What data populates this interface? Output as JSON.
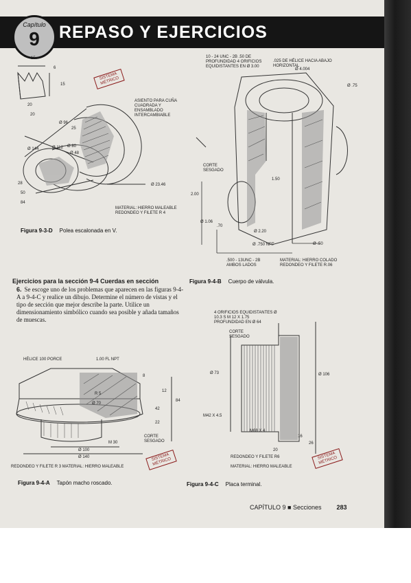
{
  "header": {
    "chapter_caption": "Capítulo",
    "chapter_number": "9",
    "title": "REPASO Y EJERCICIOS"
  },
  "figure_9_3_D": {
    "number": "Figura 9-3-D",
    "caption": "Polea escalonada en V.",
    "labels": {
      "d15": "15",
      "d6": "6",
      "d15b": "15",
      "d20": "20",
      "d20b": "20",
      "d96": "Ø 96",
      "d25": "25",
      "d144": "Ø 144",
      "d112": "Ø 112",
      "d80": "Ø 80",
      "d48": "Ø 48",
      "d28": "28",
      "d50": "50",
      "d84": "84",
      "d2346": "Ø 23.46",
      "seat": "ASIENTO PARA CUÑA CUADRADA Y ENSAMBLADO INTERCAMBIABLE",
      "material": "MATERIAL: HIERRO MALEABLE REDONDEO Y FILETE R 4"
    },
    "stamp": "SISTEMA MÉTRICO"
  },
  "figure_9_4_B": {
    "number": "Figura 9-4-B",
    "caption": "Cuerpo de válvula.",
    "labels": {
      "holes": "10 - 24 UNC - 2B .50 DE PROFUNDIDAD 4 ORIFICIOS EQUIDISTANTES EN Ø 3.00",
      "helix": ".025 DE HÉLICE HACIA ABAJO HORIZONTAL",
      "d4004": "Ø 4.004",
      "d75": "Ø .75",
      "cut": "CORTE SESGADO",
      "d200": "2.00",
      "d150": "1.50",
      "d106": "Ø 1.06",
      "d70": ".70",
      "d220": "Ø 2.20",
      "d750": "Ø .750 NPT",
      "d50": "Ø .50",
      "threads": ".500 - 13UNC - 2B AMBOS LADOS",
      "material": "MATERIAL: HIERRO COLADO REDONDEO Y FILETE R.06"
    }
  },
  "exercise_section": {
    "heading": "Ejercicios para la sección 9-4 Cuerdas en sección",
    "number": "6.",
    "text": "Se escoge uno de los problemas que aparecen en las figuras 9-4-A a 9-4-C y realice un dibujo. Determine el número de vistas y el tipo de sección que mejor describe la parte. Utilice un dimensionamiento simbólico cuando sea posible y añada tamaños de muescas."
  },
  "figure_9_4_A": {
    "number": "Figura 9-4-A",
    "caption": "Tapón macho roscado.",
    "labels": {
      "helix": "HÉLICE 100 PORCE",
      "npt": "1.00 FL NPT",
      "r5": "R 5",
      "d8": "8",
      "d70": "Ø 70",
      "d12": "12",
      "d84": "84",
      "d42": "42",
      "d22": "22",
      "m30": "M 30",
      "cut": "CORTE SESGADO",
      "d100": "Ø 100",
      "d140": "Ø 140",
      "material": "REDONDEO Y FILETE R 3    MATERIAL: HIERRO MALEABLE"
    },
    "stamp": "SISTEMA MÉTRICO"
  },
  "figure_9_4_C": {
    "number": "Figura 9-4-C",
    "caption": "Placa terminal.",
    "labels": {
      "holes": "4 ORIFICIOS EQUIDISTANTES Ø 10.3 S M 12 X 1.75 PROFUNDIDAD EN Ø 64",
      "cut": "CORTE SESGADO",
      "d73": "Ø 73",
      "d106": "Ø 106",
      "m42": "M42 X 4.5",
      "m68": "M68 X 4",
      "d16": "16",
      "d26": "26",
      "d20": "20",
      "fillet": "REDONDEO Y FILETE R6",
      "material": "MATERIAL: HIERRO MALEABLE"
    },
    "stamp": "SISTEMA MÉTRICO"
  },
  "footer": {
    "chapter": "CAPÍTULO 9  ■  Secciones",
    "page": "283"
  }
}
